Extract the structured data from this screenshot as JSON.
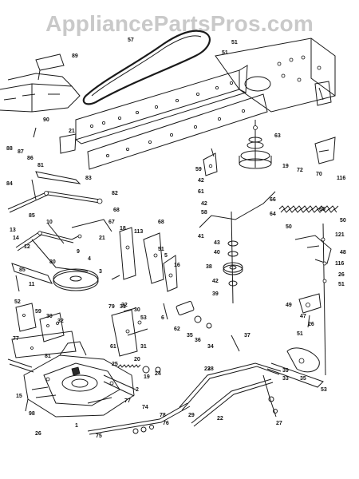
{
  "watermark": "AppliancePartsPros.com",
  "colors": {
    "line": "#1a1a1a",
    "watermark": "#c9c9c9",
    "background": "#ffffff"
  },
  "callouts": [
    {
      "id": "c1",
      "text": "57"
    },
    {
      "id": "c2",
      "text": "51"
    },
    {
      "id": "c3",
      "text": "51"
    },
    {
      "id": "c4",
      "text": "89"
    },
    {
      "id": "c5",
      "text": "90"
    },
    {
      "id": "c6",
      "text": "21"
    },
    {
      "id": "c7",
      "text": "63"
    },
    {
      "id": "c8",
      "text": "19"
    },
    {
      "id": "c9",
      "text": "72"
    },
    {
      "id": "c10",
      "text": "70"
    },
    {
      "id": "c11",
      "text": "116"
    },
    {
      "id": "c12",
      "text": "88"
    },
    {
      "id": "c13",
      "text": "87"
    },
    {
      "id": "c14",
      "text": "86"
    },
    {
      "id": "c15",
      "text": "81"
    },
    {
      "id": "c16",
      "text": "83"
    },
    {
      "id": "c17",
      "text": "82"
    },
    {
      "id": "c18",
      "text": "59"
    },
    {
      "id": "c19",
      "text": "42"
    },
    {
      "id": "c20",
      "text": "61"
    },
    {
      "id": "c21",
      "text": "66"
    },
    {
      "id": "c22",
      "text": "42"
    },
    {
      "id": "c23",
      "text": "58"
    },
    {
      "id": "c24",
      "text": "64"
    },
    {
      "id": "c25",
      "text": "65"
    },
    {
      "id": "c26",
      "text": "84"
    },
    {
      "id": "c27",
      "text": "85"
    },
    {
      "id": "c28",
      "text": "68"
    },
    {
      "id": "c29",
      "text": "68"
    },
    {
      "id": "c30",
      "text": "10"
    },
    {
      "id": "c31",
      "text": "67"
    },
    {
      "id": "c32",
      "text": "21"
    },
    {
      "id": "c33",
      "text": "13"
    },
    {
      "id": "c34",
      "text": "14"
    },
    {
      "id": "c35",
      "text": "12"
    },
    {
      "id": "c36",
      "text": "80"
    },
    {
      "id": "c37",
      "text": "9"
    },
    {
      "id": "c38",
      "text": "85"
    },
    {
      "id": "c39",
      "text": "11"
    },
    {
      "id": "c40",
      "text": "4"
    },
    {
      "id": "c41",
      "text": "3"
    },
    {
      "id": "c42",
      "text": "18"
    },
    {
      "id": "c43",
      "text": "113"
    },
    {
      "id": "c44",
      "text": "51"
    },
    {
      "id": "c45",
      "text": "5"
    },
    {
      "id": "c46",
      "text": "16"
    },
    {
      "id": "c47",
      "text": "41"
    },
    {
      "id": "c48",
      "text": "43"
    },
    {
      "id": "c49",
      "text": "40"
    },
    {
      "id": "c50",
      "text": "38"
    },
    {
      "id": "c51",
      "text": "42"
    },
    {
      "id": "c52",
      "text": "39"
    },
    {
      "id": "c53",
      "text": "50"
    },
    {
      "id": "c54",
      "text": "50"
    },
    {
      "id": "c55",
      "text": "121"
    },
    {
      "id": "c56",
      "text": "48"
    },
    {
      "id": "c57",
      "text": "116"
    },
    {
      "id": "c58",
      "text": "26"
    },
    {
      "id": "c59",
      "text": "51"
    },
    {
      "id": "c60",
      "text": "79"
    },
    {
      "id": "c61",
      "text": "52"
    },
    {
      "id": "c62",
      "text": "59"
    },
    {
      "id": "c63",
      "text": "30"
    },
    {
      "id": "c64",
      "text": "32"
    },
    {
      "id": "c65",
      "text": "31"
    },
    {
      "id": "c66",
      "text": "32"
    },
    {
      "id": "c67",
      "text": "30"
    },
    {
      "id": "c68",
      "text": "53"
    },
    {
      "id": "c69",
      "text": "61"
    },
    {
      "id": "c70",
      "text": "31"
    },
    {
      "id": "c71",
      "text": "6"
    },
    {
      "id": "c72",
      "text": "62"
    },
    {
      "id": "c73",
      "text": "35"
    },
    {
      "id": "c74",
      "text": "36"
    },
    {
      "id": "c75",
      "text": "34"
    },
    {
      "id": "c76",
      "text": "37"
    },
    {
      "id": "c77",
      "text": "49"
    },
    {
      "id": "c78",
      "text": "47"
    },
    {
      "id": "c79",
      "text": "26"
    },
    {
      "id": "c80",
      "text": "51"
    },
    {
      "id": "c81",
      "text": "77"
    },
    {
      "id": "c82",
      "text": "81"
    },
    {
      "id": "c83",
      "text": "25"
    },
    {
      "id": "c84",
      "text": "20"
    },
    {
      "id": "c85",
      "text": "19"
    },
    {
      "id": "c86",
      "text": "24"
    },
    {
      "id": "c87",
      "text": "2"
    },
    {
      "id": "c88",
      "text": "23"
    },
    {
      "id": "c89",
      "text": "39"
    },
    {
      "id": "c90",
      "text": "33"
    },
    {
      "id": "c91",
      "text": "35"
    },
    {
      "id": "c92",
      "text": "15"
    },
    {
      "id": "c93",
      "text": "77"
    },
    {
      "id": "c94",
      "text": "74"
    },
    {
      "id": "c95",
      "text": "78"
    },
    {
      "id": "c96",
      "text": "76"
    },
    {
      "id": "c97",
      "text": "98"
    },
    {
      "id": "c98",
      "text": "1"
    },
    {
      "id": "c99",
      "text": "26"
    },
    {
      "id": "c100",
      "text": "75"
    },
    {
      "id": "c101",
      "text": "29"
    },
    {
      "id": "c102",
      "text": "22"
    },
    {
      "id": "c103",
      "text": "28"
    },
    {
      "id": "c104",
      "text": "27"
    },
    {
      "id": "c105",
      "text": "53"
    }
  ]
}
